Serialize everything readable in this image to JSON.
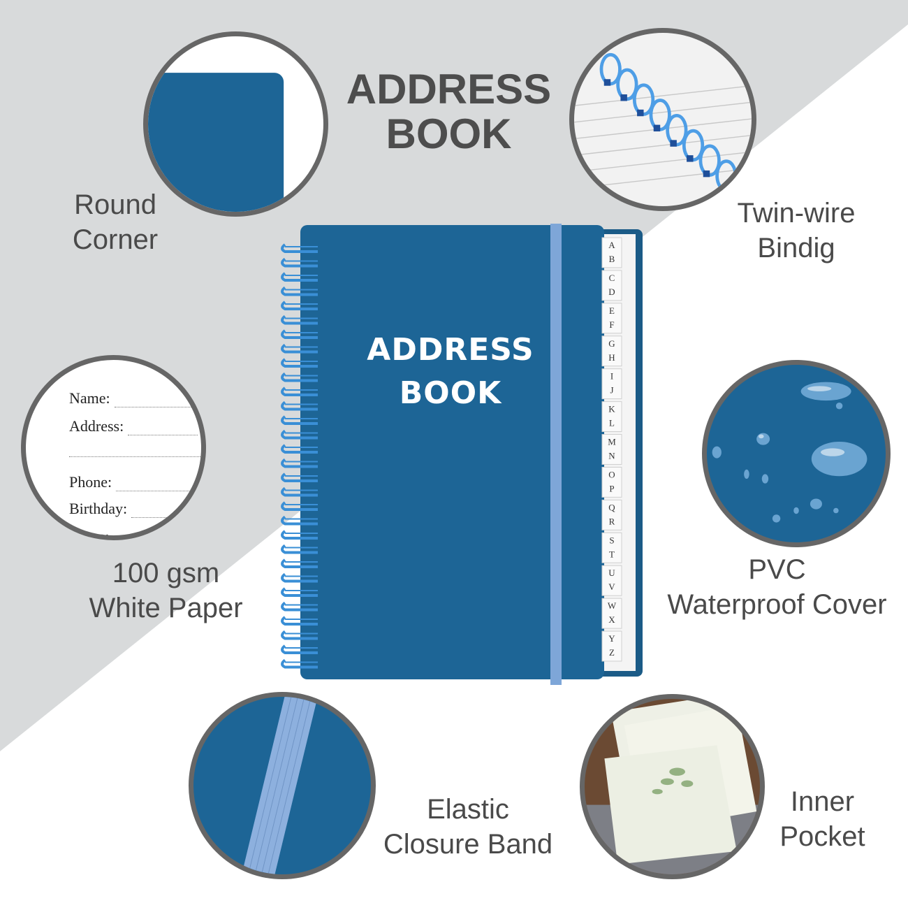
{
  "title": {
    "line1": "ADDRESS",
    "line2": "BOOK"
  },
  "cover": {
    "line1": "ADDRESS",
    "line2": "BOOK"
  },
  "features": {
    "round_corner": {
      "line1": "Round",
      "line2": "Corner"
    },
    "twin_wire": {
      "line1": "Twin-wire",
      "line2": "Bindig"
    },
    "paper": {
      "line1": "100 gsm",
      "line2": "White Paper"
    },
    "waterproof": {
      "line1": "PVC",
      "line2": "Waterproof Cover"
    },
    "elastic": {
      "line1": "Elastic",
      "line2": "Closure Band"
    },
    "pocket": {
      "line1": "Inner",
      "line2": "Pocket"
    }
  },
  "form": {
    "name": "Name:",
    "address": "Address:",
    "phone": "Phone:",
    "birthday": "Birthday:",
    "notes": "Notes:"
  },
  "tabs": [
    "A",
    "B",
    "C",
    "D",
    "E",
    "F",
    "G",
    "H",
    "I",
    "J",
    "K",
    "L",
    "M",
    "N",
    "O",
    "P",
    "Q",
    "R",
    "S",
    "T",
    "U",
    "V",
    "W",
    "X",
    "Y",
    "Z"
  ],
  "colors": {
    "cover": "#1d6596",
    "band": "#7ea6d8",
    "background_gray": "#d8dadb",
    "spiral": "#3a8fd6"
  }
}
